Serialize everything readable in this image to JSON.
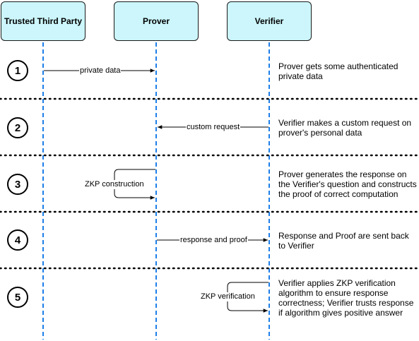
{
  "actors": [
    "Trusted Third Party",
    "Prover",
    "Verifier"
  ],
  "steps": [
    {
      "number": "1",
      "description": [
        "Prover gets some authenticated",
        "private data"
      ]
    },
    {
      "number": "2",
      "description": [
        "Verifier makes a custom request on",
        "prover's personal data"
      ]
    },
    {
      "number": "3",
      "description": [
        "Prover generates the response on",
        "the Verifier's question and constructs",
        "the proof of correct computation"
      ]
    },
    {
      "number": "4",
      "description": [
        "Response and Proof are sent back",
        "to Verifier"
      ]
    },
    {
      "number": "5",
      "description": [
        "Verifier applies ZKP verification",
        "algorithm to ensure response",
        "correctness; Verifier trusts response",
        "if algorithm gives positive answer"
      ]
    }
  ],
  "messages": [
    {
      "label": "private data",
      "from": "Trusted Third Party",
      "to": "Prover"
    },
    {
      "label": "custom request",
      "from": "Verifier",
      "to": "Prover"
    },
    {
      "label": "ZKP construction",
      "from": "Prover",
      "to": "Prover"
    },
    {
      "label": "response and proof",
      "from": "Prover",
      "to": "Verifier"
    },
    {
      "label": "ZKP verification",
      "from": "Verifier",
      "to": "Verifier"
    }
  ],
  "colors": {
    "actor_fill": "#ccf6fb",
    "lifeline": "#1e7fe8",
    "separator": "#000000"
  }
}
